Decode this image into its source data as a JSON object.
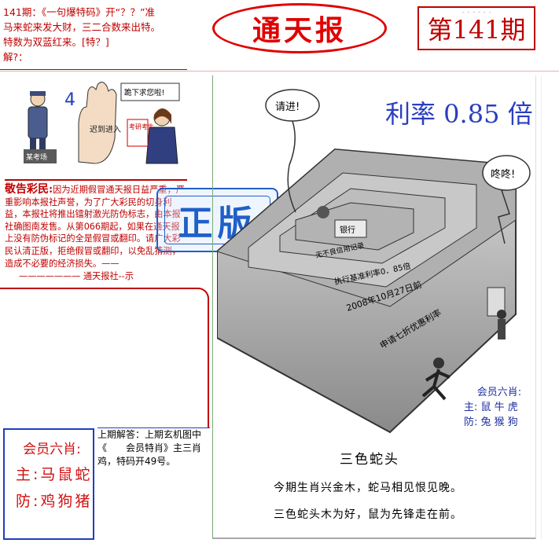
{
  "riddle": {
    "lines": [
      "141期：《一句爆特码》开“？？”准",
      "马来蛇来发大财，三二合数来出特。",
      "特数为双蓝红来。[特？]",
      "解?："
    ]
  },
  "header": {
    "logo": "通天报",
    "issue": "第141期",
    "issue_dots": "- - - - - -"
  },
  "mini_cartoon": {
    "number": "4",
    "bubble": "跪下求您啦!",
    "sign_exam": "考研考生",
    "hand_text": "迟到进入",
    "seat_label": "某考场"
  },
  "notice": {
    "head": "敬告彩民:",
    "body": "因为近期假冒通天报日益严重，严重影响本报社声誉，为了广大彩民的切身利益，本报社将推出镭射激光防伪标志，由本报社确图南发售。从第066期起，如果在通天报上没有防伪标记的全是假冒或翻印。请广大彩民认清正版，拒绝假冒或翻印，以免乱猜测，造成不必要的经济损失。——",
    "sign": "——————— 通天报社--示"
  },
  "stamp": {
    "text": "正版"
  },
  "member_left": {
    "title": "会员六肖:",
    "main": "主:马鼠蛇",
    "guard": "防:鸡狗猪"
  },
  "last_answer": {
    "text": "上期解答：上期玄机图中《　　会员特肖》主三肖鸡，特码开49号。"
  },
  "main_cartoon": {
    "rate": "利率 0.85 倍",
    "bubble_left": "请进!",
    "bubble_right": "咚咚!",
    "bank_label": "银行",
    "ring1": "无不良信用记录",
    "ring2": "执行基准利率0．85倍",
    "ring3": "2008年10月27日前",
    "ring4": "申请七折优惠利率"
  },
  "member_right": {
    "title": "会员六肖:",
    "main": "主: 鼠 牛 虎",
    "guard": "防: 兔 猴 狗"
  },
  "poem": {
    "title": "三色蛇头",
    "line1": "今期生肖兴金木，蛇马相见恨见晚。",
    "line2": "三色蛇头木为好，鼠为先锋走在前。"
  },
  "colors": {
    "red": "#c00000",
    "blue": "#1f5fc8",
    "rate_blue": "#2a3fbf"
  }
}
